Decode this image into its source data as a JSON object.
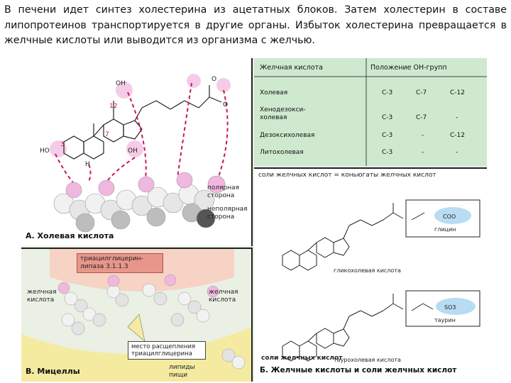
{
  "intro_text": "В печени идет синтез холестерина из ацетатных блоков. Затем холестерин в составе липопротеинов транспортируется в другие органы. Избыток холестерина превращается в желчные кислоты или выводится из организма с желчью.",
  "panel_a": {
    "title": "А. Холевая кислота",
    "polar_side": "полярная сторона",
    "nonpolar_side": "неполярная сторона",
    "atom_labels": [
      "OH",
      "HO",
      "H",
      "OH",
      "3",
      "7",
      "12",
      "O",
      "O"
    ]
  },
  "table": {
    "headers": [
      "Желчная кислота",
      "Положение ОН-групп"
    ],
    "rows": [
      {
        "name": "Холевая",
        "c1": "С-3",
        "c2": "С-7",
        "c3": "С-12"
      },
      {
        "name": "Хенодезокси-холевая",
        "c1": "С-3",
        "c2": "С-7",
        "c3": "-"
      },
      {
        "name": "Дезоксихолевая",
        "c1": "С-3",
        "c2": "-",
        "c3": "С-12"
      },
      {
        "name": "Литохолевая",
        "c1": "С-3",
        "c2": "-",
        "c3": "-"
      }
    ]
  },
  "panel_b": {
    "header": "соли желчных кислот = коньюгаты желчных кислот",
    "glycine_group": "COO",
    "glycine": "глицин",
    "glycocholic": "гликохолевая кислота",
    "taurine_group": "SO3",
    "taurine": "таурин",
    "taurocholic": "таурохолевая кислота",
    "salts": "соли желчных кислот",
    "title": "Б. Желчные кислоты и соли желчных кислот"
  },
  "panel_v": {
    "enzyme": "триацилглицерин-липаза 3.1.1.3",
    "bile_left": "желчная кислота",
    "bile_right": "желчная кислота",
    "cleavage": "место расщепления триацилглицерина",
    "lipids": "липиды пищи",
    "title": "В. Мицеллы"
  },
  "colors": {
    "table_bg": "#cfe9cf",
    "arrow": "#c8185a",
    "enzyme_bg": "#e8968a"
  }
}
